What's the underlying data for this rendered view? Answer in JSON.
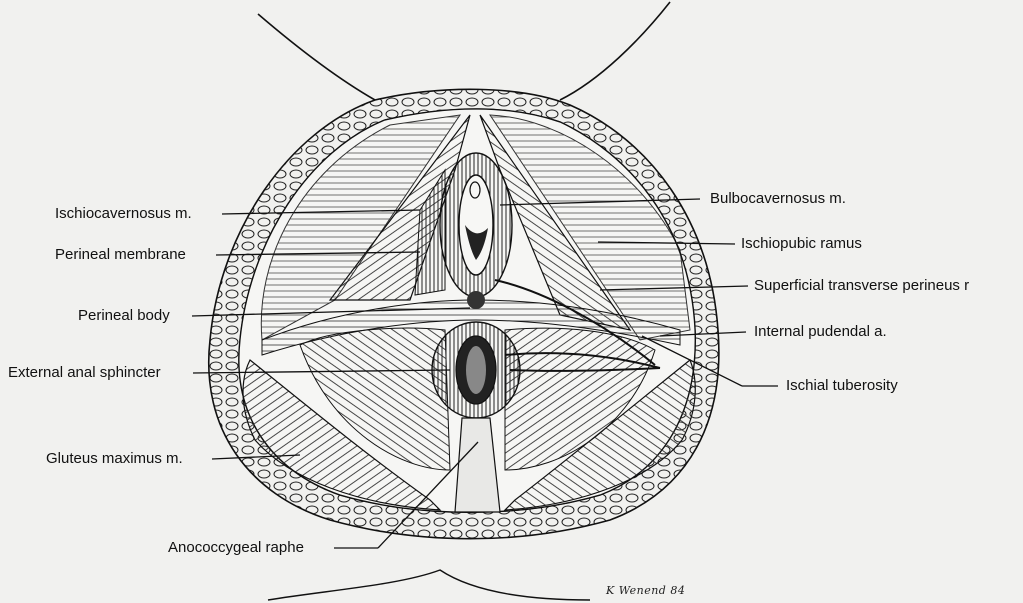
{
  "labels": {
    "ischiocavernosus": "Ischiocavernosus m.",
    "perineal_membrane": "Perineal membrane",
    "perineal_body": "Perineal body",
    "external_anal_sphincter": "External anal sphincter",
    "gluteus_maximus": "Gluteus maximus m.",
    "anococcygeal_raphe": "Anococcygeal raphe",
    "bulbocavernosus": "Bulbocavernosus m.",
    "ischiopubic_ramus": "Ischiopubic ramus",
    "superficial_transverse_perineus": "Superficial transverse perineus r",
    "internal_pudendal": "Internal pudendal a.",
    "ischial_tuberosity": "Ischial tuberosity"
  },
  "signature": "K Wenend 84",
  "colors": {
    "ink": "#111111",
    "paper": "#f1f1ef"
  }
}
